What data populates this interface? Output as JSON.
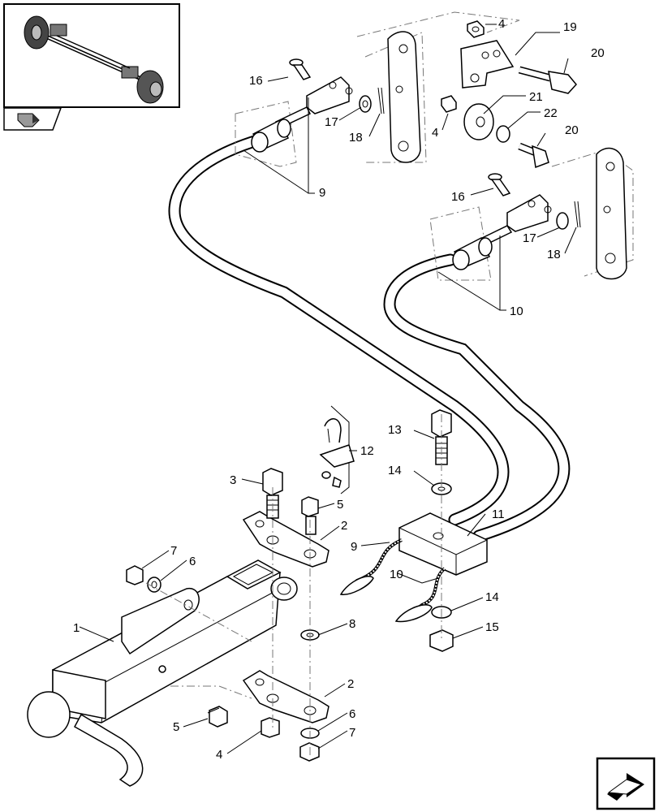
{
  "callouts": [
    {
      "id": "c1",
      "text": "1"
    },
    {
      "id": "c2a",
      "text": "2"
    },
    {
      "id": "c2b",
      "text": "2"
    },
    {
      "id": "c3",
      "text": "3"
    },
    {
      "id": "c4a",
      "text": "4"
    },
    {
      "id": "c4b",
      "text": "4"
    },
    {
      "id": "c4c",
      "text": "4"
    },
    {
      "id": "c5a",
      "text": "5"
    },
    {
      "id": "c5b",
      "text": "5"
    },
    {
      "id": "c6a",
      "text": "6"
    },
    {
      "id": "c6b",
      "text": "6"
    },
    {
      "id": "c7a",
      "text": "7"
    },
    {
      "id": "c7b",
      "text": "7"
    },
    {
      "id": "c8",
      "text": "8"
    },
    {
      "id": "c9a",
      "text": "9"
    },
    {
      "id": "c9b",
      "text": "9"
    },
    {
      "id": "c10a",
      "text": "10"
    },
    {
      "id": "c10b",
      "text": "10"
    },
    {
      "id": "c11",
      "text": "11"
    },
    {
      "id": "c12",
      "text": "12"
    },
    {
      "id": "c13",
      "text": "13"
    },
    {
      "id": "c14a",
      "text": "14"
    },
    {
      "id": "c14b",
      "text": "14"
    },
    {
      "id": "c15",
      "text": "15"
    },
    {
      "id": "c16a",
      "text": "16"
    },
    {
      "id": "c16b",
      "text": "16"
    },
    {
      "id": "c17a",
      "text": "17"
    },
    {
      "id": "c17b",
      "text": "17"
    },
    {
      "id": "c18a",
      "text": "18"
    },
    {
      "id": "c18b",
      "text": "18"
    },
    {
      "id": "c19",
      "text": "19"
    },
    {
      "id": "c20a",
      "text": "20"
    },
    {
      "id": "c20b",
      "text": "20"
    },
    {
      "id": "c21",
      "text": "21"
    },
    {
      "id": "c22",
      "text": "22"
    }
  ],
  "icons": {
    "overview_thumbnail": "axle-assembly-thumbnail",
    "prev_page": "page-turn-icon",
    "next_page": "next-arrow-icon"
  }
}
